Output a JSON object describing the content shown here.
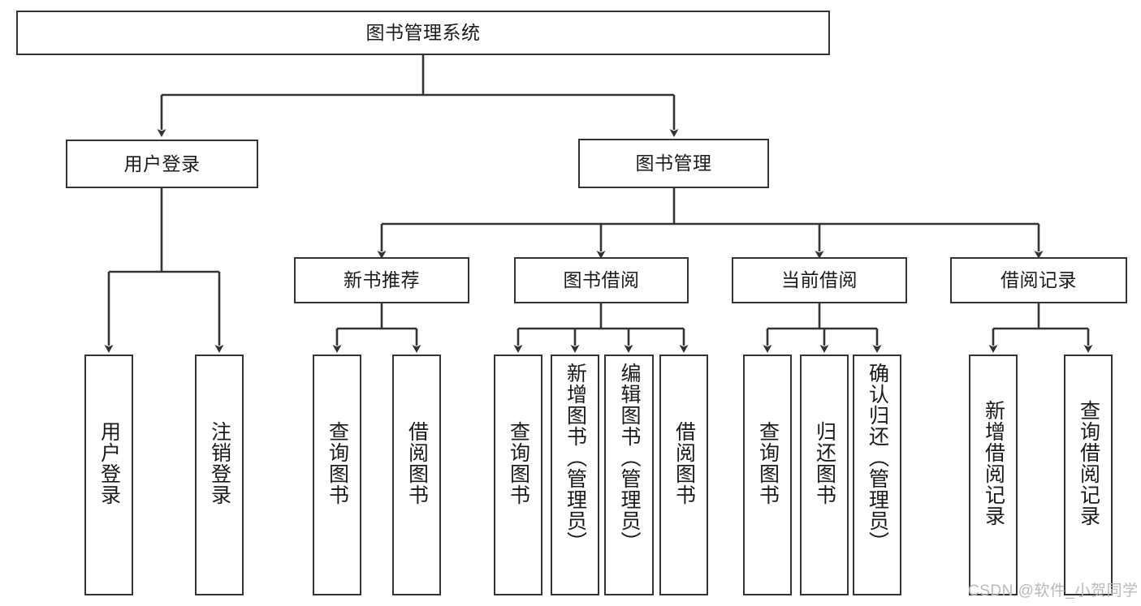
{
  "diagram": {
    "type": "tree-hierarchy",
    "title": "图书管理系统",
    "colors": {
      "stroke": "#333333",
      "fill": "#ffffff",
      "text": "#1a1a1a",
      "watermark": "#b9b9b9"
    },
    "root": {
      "label": "图书管理系统"
    },
    "level2": [
      {
        "label": "用户登录"
      },
      {
        "label": "图书管理"
      }
    ],
    "level3": [
      {
        "label": "新书推荐"
      },
      {
        "label": "图书借阅"
      },
      {
        "label": "当前借阅"
      },
      {
        "label": "借阅记录"
      }
    ],
    "leaves": {
      "user_login": [
        {
          "label": "用户登录"
        },
        {
          "label": "注销登录"
        }
      ],
      "new_book_recommend": [
        {
          "label": "查询图书"
        },
        {
          "label": "借阅图书"
        }
      ],
      "book_borrow": [
        {
          "label": "查询图书"
        },
        {
          "label": "新增图书（管理员）"
        },
        {
          "label": "编辑图书（管理员）"
        },
        {
          "label": "借阅图书"
        }
      ],
      "current_borrow": [
        {
          "label": "查询图书"
        },
        {
          "label": "归还图书"
        },
        {
          "label": "确认归还（管理员）"
        }
      ],
      "borrow_record": [
        {
          "label": "新增借阅记录"
        },
        {
          "label": "查询借阅记录"
        }
      ]
    },
    "watermark": "CSDN @软件_小贺同学"
  }
}
